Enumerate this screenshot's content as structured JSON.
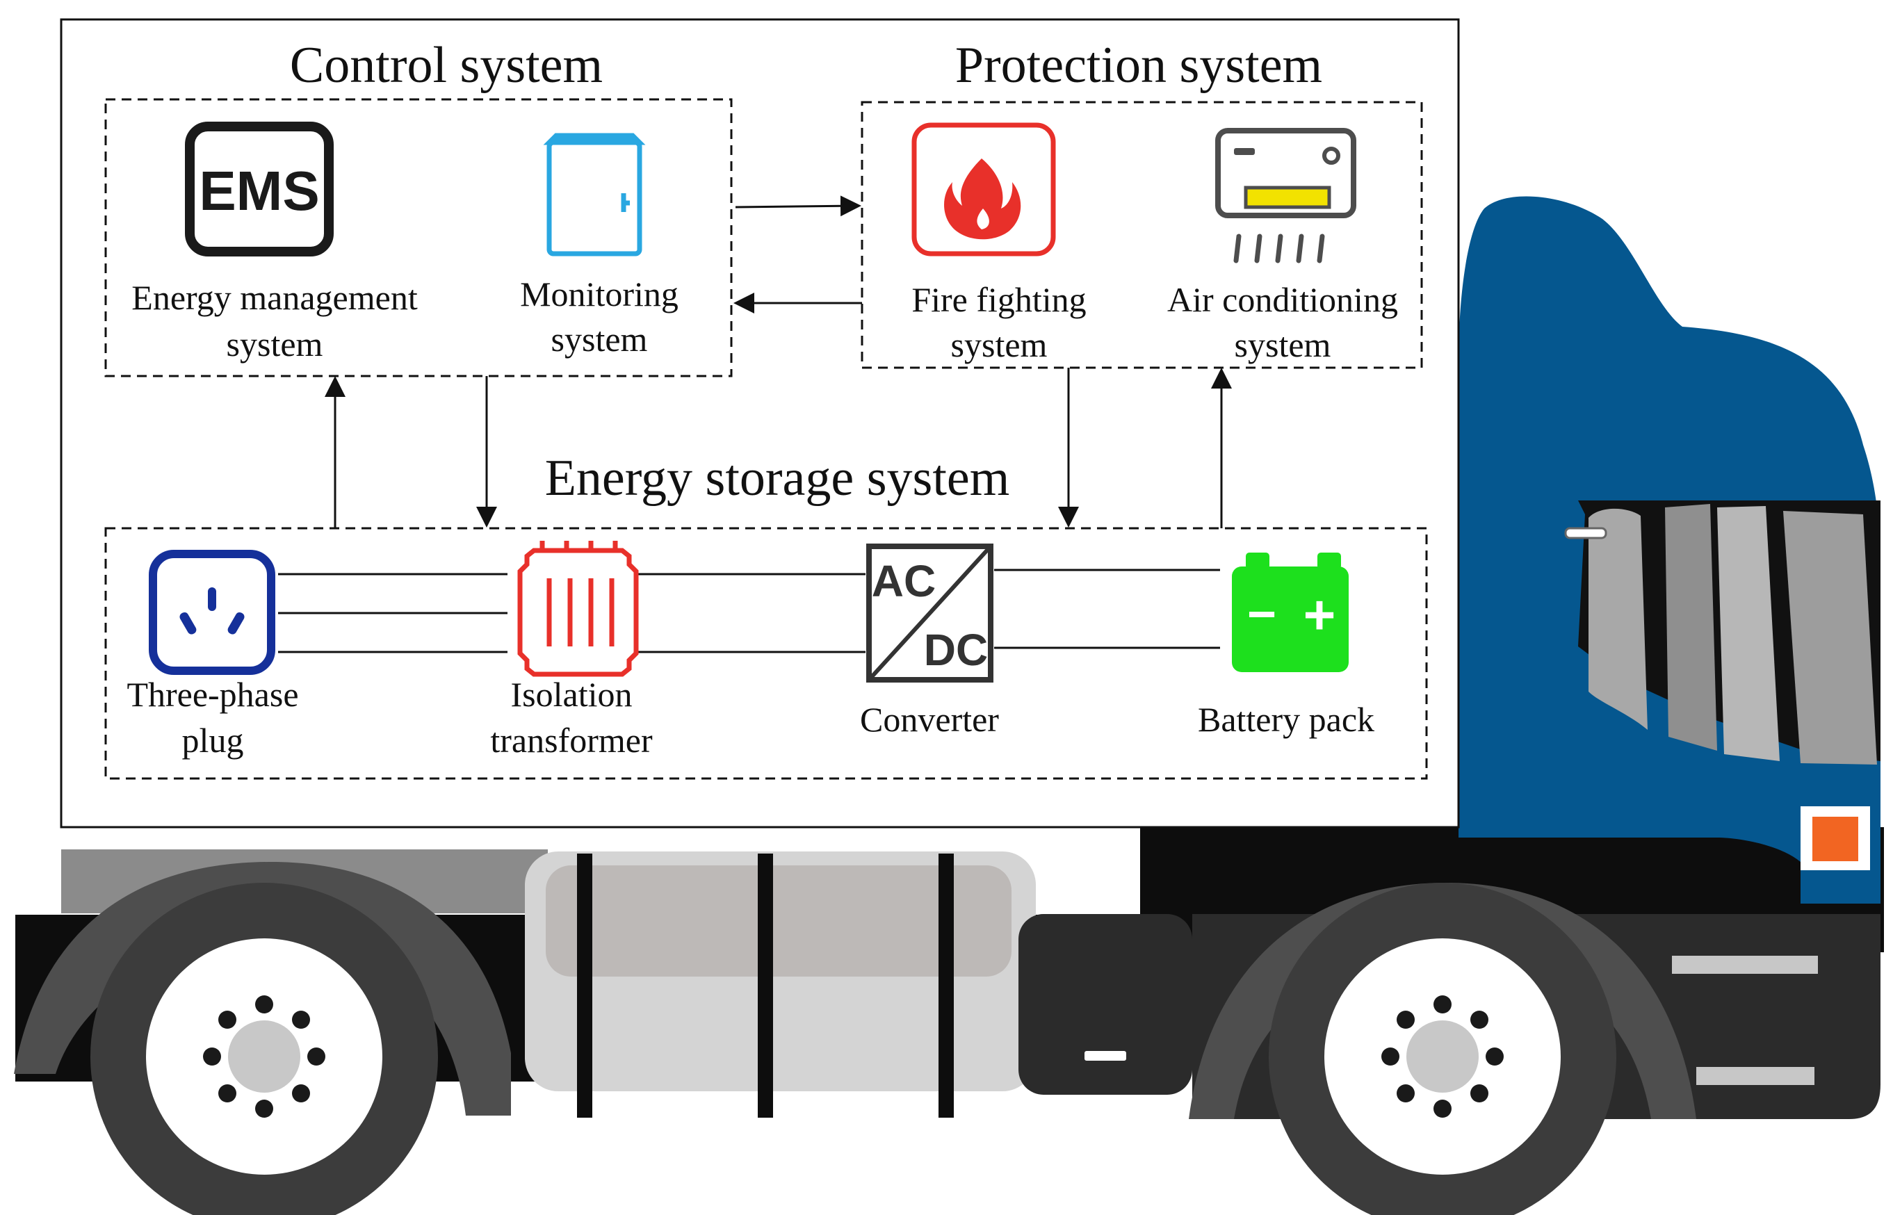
{
  "diagram": {
    "groups": {
      "control": {
        "title": "Control system"
      },
      "protection": {
        "title": "Protection system"
      },
      "storage": {
        "title": "Energy storage system"
      }
    },
    "nodes": {
      "ems": {
        "icon_text": "EMS",
        "label_line1": "Energy management",
        "label_line2": "system",
        "icon": "ems-icon"
      },
      "monitoring": {
        "label_line1": "Monitoring",
        "label_line2": "system",
        "icon": "cabinet-icon"
      },
      "fire": {
        "label_line1": "Fire fighting",
        "label_line2": "system",
        "icon": "flame-icon"
      },
      "aircon": {
        "label_line1": "Air conditioning",
        "label_line2": "system",
        "icon": "air-conditioner-icon"
      },
      "plug": {
        "label_line1": "Three-phase",
        "label_line2": "plug",
        "icon": "three-phase-plug-icon"
      },
      "transformer": {
        "label_line1": "Isolation",
        "label_line2": "transformer",
        "icon": "transformer-icon"
      },
      "converter": {
        "icon_text_top": "AC",
        "icon_text_bottom": "DC",
        "label_line1": "Converter",
        "icon": "ac-dc-converter-icon"
      },
      "battery": {
        "icon_text_minus": "−",
        "icon_text_plus": "+",
        "label_line1": "Battery pack",
        "icon": "battery-icon"
      }
    },
    "colors": {
      "ems": "#1a1a1a",
      "monitoring": "#29a7e1",
      "fire": "#e8302a",
      "aircon_accent": "#f2e200",
      "plug": "#15309a",
      "transformer": "#e8302a",
      "battery": "#1de01d",
      "truck_cab": "#05578f",
      "truck_lamp": "#f26522"
    }
  }
}
